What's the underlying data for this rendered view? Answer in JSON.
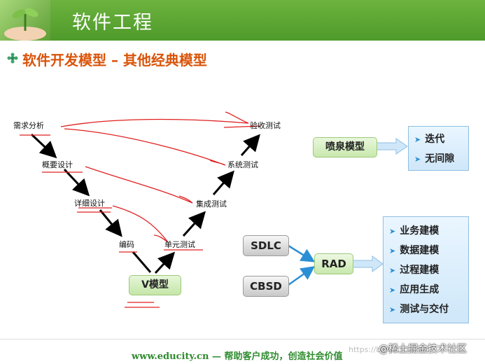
{
  "header": {
    "title": "软件工程"
  },
  "subtitle": "软件开发模型 – 其他经典模型",
  "v_model": {
    "nodes": {
      "requirements": "需求分析",
      "outline_design": "概要设计",
      "detail_design": "详细设计",
      "coding": "编码",
      "unit_test": "单元测试",
      "integration_test": "集成测试",
      "system_test": "系统测试",
      "acceptance_test": "验收测试"
    },
    "label": "V模型"
  },
  "fountain": {
    "label": "喷泉模型",
    "items": [
      "迭代",
      "无间隙"
    ]
  },
  "rad": {
    "sources": [
      "SDLC",
      "CBSD"
    ],
    "label": "RAD",
    "items": [
      "业务建模",
      "数据建模",
      "过程建模",
      "应用生成",
      "测试与交付"
    ]
  },
  "footer": {
    "text": "www.educity.cn — 帮助客户成功，创造社会价值",
    "watermark": "@稀土掘金技术社区",
    "faint": "https://blog.csdn.net"
  },
  "colors": {
    "header_green": "#5aa532",
    "subtitle_orange": "#d9540a",
    "annotation_red": "#e02020",
    "arrow_blue": "#2b8fd6"
  }
}
